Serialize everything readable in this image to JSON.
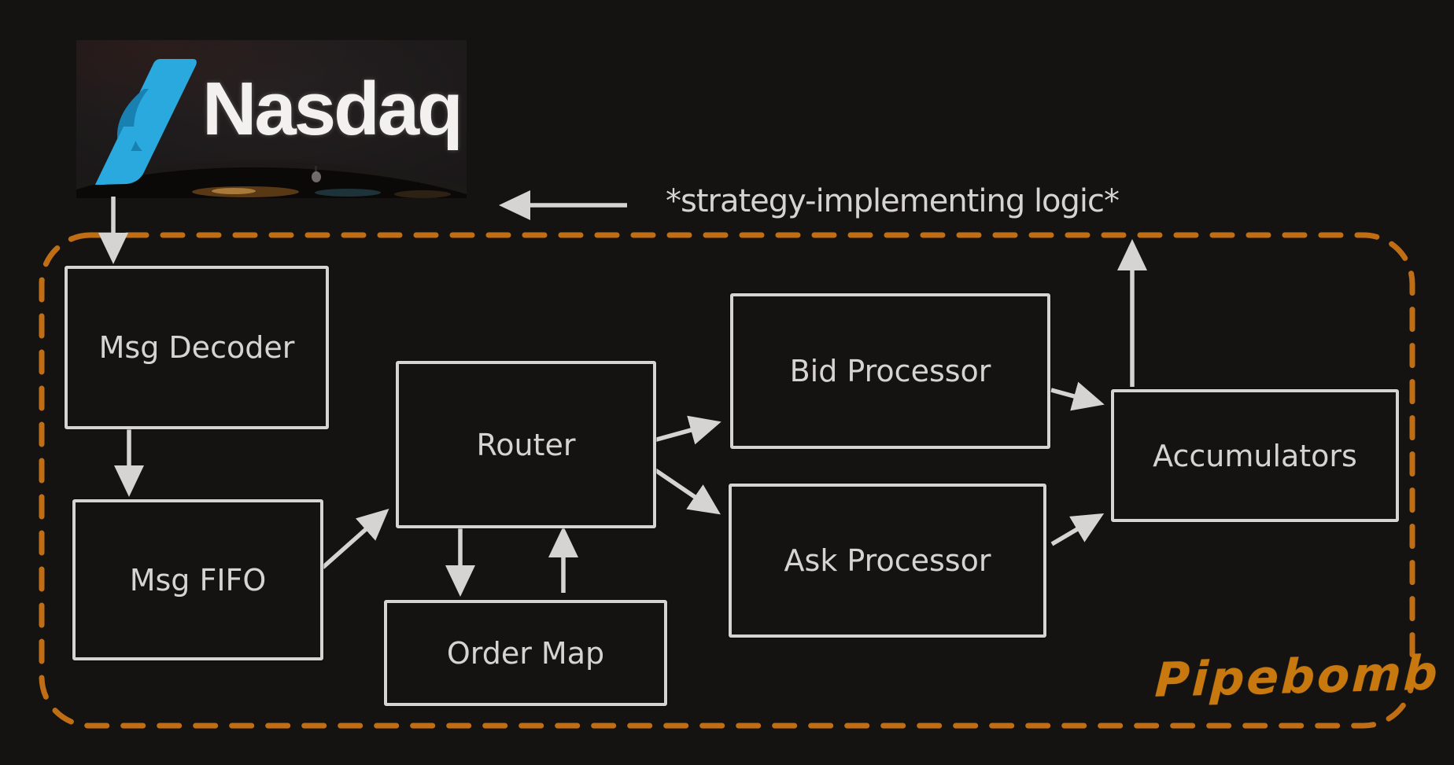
{
  "logo": {
    "brand": "Nasdaq"
  },
  "annotation": {
    "text": "*strategy-implementing logic*"
  },
  "pipeline": {
    "label": "Pipebomb",
    "nodes": {
      "msg_decoder": {
        "label": "Msg Decoder"
      },
      "msg_fifo": {
        "label": "Msg FIFO"
      },
      "router": {
        "label": "Router"
      },
      "order_map": {
        "label": "Order Map"
      },
      "bid_processor": {
        "label": "Bid Processor"
      },
      "ask_processor": {
        "label": "Ask Processor"
      },
      "accumulators": {
        "label": "Accumulators"
      }
    },
    "edges": [
      {
        "from": "nasdaq-logo",
        "to": "msg_decoder"
      },
      {
        "from": "msg_decoder",
        "to": "msg_fifo"
      },
      {
        "from": "msg_fifo",
        "to": "router"
      },
      {
        "from": "router",
        "to": "order_map"
      },
      {
        "from": "order_map",
        "to": "router"
      },
      {
        "from": "router",
        "to": "bid_processor"
      },
      {
        "from": "router",
        "to": "ask_processor"
      },
      {
        "from": "bid_processor",
        "to": "accumulators"
      },
      {
        "from": "ask_processor",
        "to": "accumulators"
      },
      {
        "from": "accumulators",
        "to": "strategy-annotation"
      },
      {
        "from": "strategy-annotation",
        "to": "nasdaq-logo"
      }
    ]
  },
  "colors": {
    "background": "#151312",
    "box_border": "#d6d4d2",
    "label_text": "#d6d4d2",
    "arrow": "#d6d4d2",
    "boundary_orange": "#c06e16",
    "pipebomb_orange": "#c7780f",
    "nasdaq_blue": "#2aa9de",
    "nasdaq_wordmark_white": "#f2f1f0"
  }
}
